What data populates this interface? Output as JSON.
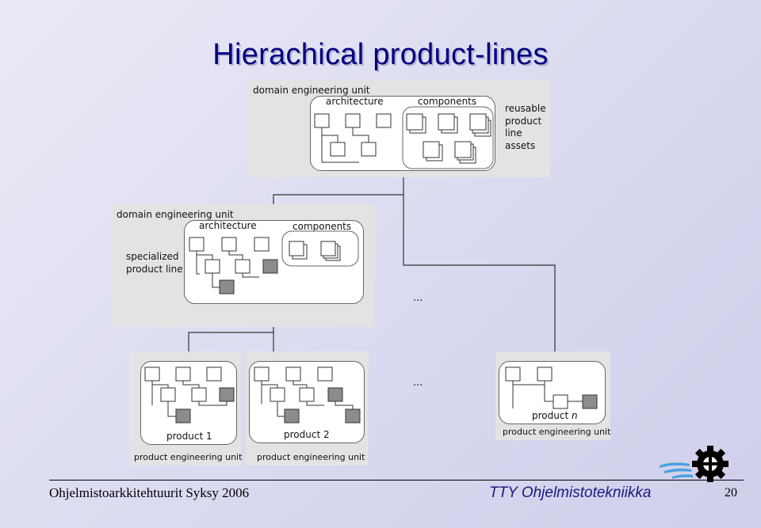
{
  "slide": {
    "title": "Hierachical product-lines",
    "footer_left": "Ohjelmistoarkkitehtuurit Syksy 2006",
    "footer_right": "TTY Ohjelmistotekniikka",
    "page_number": "20"
  },
  "top_unit": {
    "title": "domain engineering unit",
    "architecture_label": "architecture",
    "components_label": "components",
    "assets_label": [
      "reusable",
      "product",
      "line",
      "assets"
    ]
  },
  "specialized_unit": {
    "title": "domain engineering unit",
    "architecture_label": "architecture",
    "components_label": "components",
    "side_label": [
      "specialized",
      "product line"
    ]
  },
  "ellipsis": "...",
  "products": [
    {
      "name": "product 1",
      "unit_label": "product engineering unit"
    },
    {
      "name": "product 2",
      "unit_label": "product engineering unit"
    },
    {
      "name": "product",
      "name_suffix": "n",
      "unit_label": "product engineering unit"
    }
  ],
  "colors": {
    "title": "#000080",
    "panel": "#e3e3e3",
    "specialized_component": "#8c8c8c",
    "footer_right": "#1a1a80"
  },
  "icons": [
    "tut-gear-logo-icon"
  ]
}
